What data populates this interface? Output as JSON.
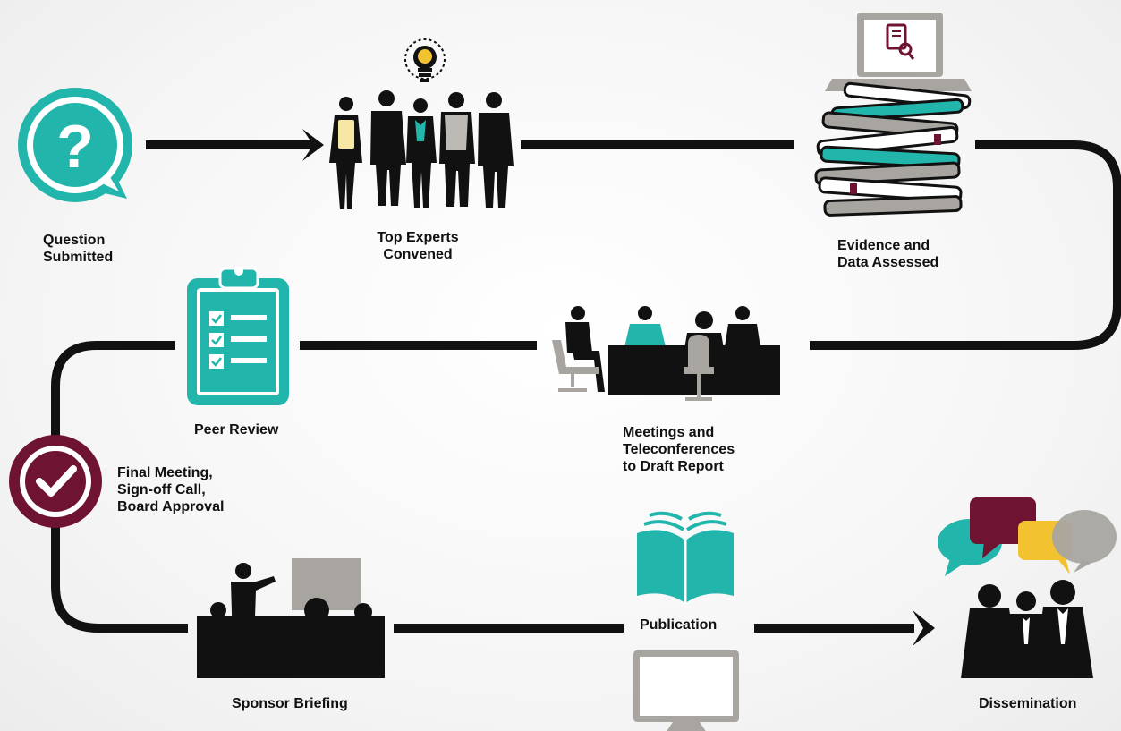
{
  "colors": {
    "teal": "#22b5ac",
    "maroon": "#6e1432",
    "gold": "#f2c230",
    "gray": "#a8a5a0",
    "line": "#111111"
  },
  "steps": {
    "question": {
      "label": "Question\nSubmitted",
      "icon": "question-bubble-icon"
    },
    "experts": {
      "label": "Top Experts\nConvened",
      "icon": "lightbulb-icon"
    },
    "evidence": {
      "label": "Evidence and\nData Assessed",
      "icon": "document-search-icon"
    },
    "meetings": {
      "label": "Meetings and\nTeleconferences\nto Draft Report",
      "icon": "meeting-table-icon"
    },
    "peer_review": {
      "label": "Peer Review",
      "icon": "clipboard-checklist-icon"
    },
    "final": {
      "label": "Final Meeting,\nSign-off Call,\nBoard Approval",
      "icon": "check-circle-icon"
    },
    "sponsor": {
      "label": "Sponsor Briefing",
      "icon": "presentation-icon"
    },
    "publication": {
      "label": "Publication",
      "icon": "open-book-icon"
    },
    "dissemination": {
      "label": "Dissemination",
      "icon": "speech-bubbles-icon"
    }
  }
}
